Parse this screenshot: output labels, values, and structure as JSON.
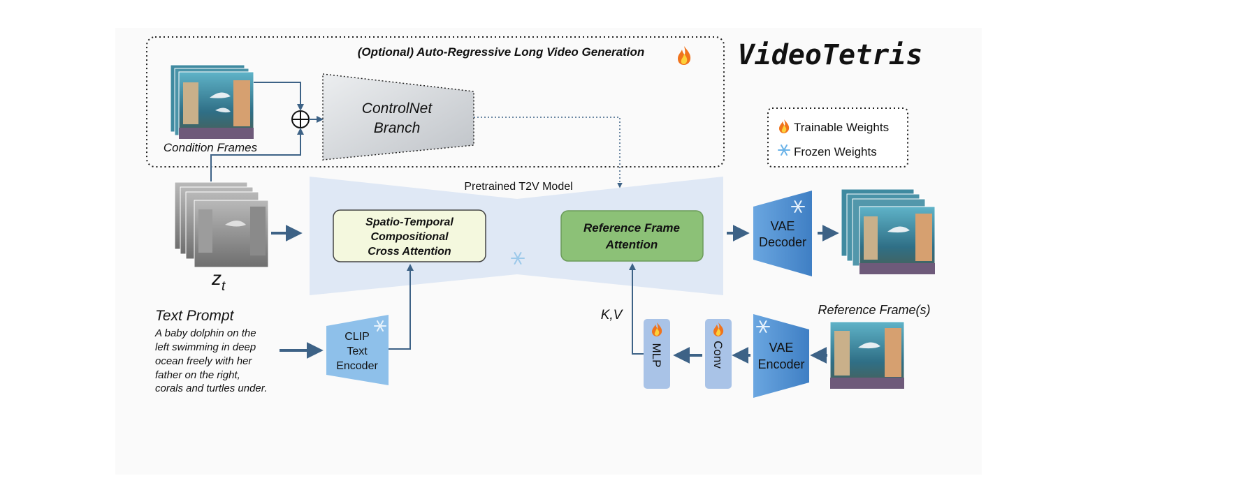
{
  "title": "VideoTetris",
  "autoregressive": {
    "label": "(Optional) Auto-Regressive Long Video Generation"
  },
  "legend": {
    "trainable": "Trainable Weights",
    "frozen": "Frozen Weights"
  },
  "condition_frames_label": "Condition Frames",
  "controlnet": {
    "line1": "ControlNet",
    "line2": "Branch"
  },
  "t2v_label": "Pretrained T2V Model",
  "stcca": {
    "line1": "Spatio-Temporal",
    "line2": "Compositional",
    "line3": "Cross Attention"
  },
  "rfa": {
    "line1": "Reference Frame",
    "line2": "Attention"
  },
  "vae_decoder": {
    "line1": "VAE",
    "line2": "Decoder"
  },
  "vae_encoder": {
    "line1": "VAE",
    "line2": "Encoder"
  },
  "clip": {
    "line1": "CLIP",
    "line2": "Text",
    "line3": "Encoder"
  },
  "mlp_label": "MLP",
  "conv_label": "Conv",
  "kv_label": "K,V",
  "zt_label": "z",
  "zt_sub": "t",
  "reference_frames_label": "Reference Frame(s)",
  "text_prompt": {
    "title": "Text Prompt",
    "lines": [
      "A baby dolphin on the",
      "left swimming in deep",
      "ocean freely with her",
      "father on the right,",
      "corals and turtles under."
    ]
  },
  "colors": {
    "arrow": "#3d6286",
    "t2v_bg": "#dfe8f5",
    "stcca_fill": "#f4f8de",
    "rfa_fill": "#8cc177",
    "encoder_blue": "#4e8fd0",
    "clip_blue": "#8ec0ea",
    "mlp_fill": "#a9c3e7",
    "gray_box": "#cfd2d6"
  },
  "icons": [
    "fire-icon",
    "snowflake-icon",
    "plus-circle-icon",
    "image-stack"
  ]
}
